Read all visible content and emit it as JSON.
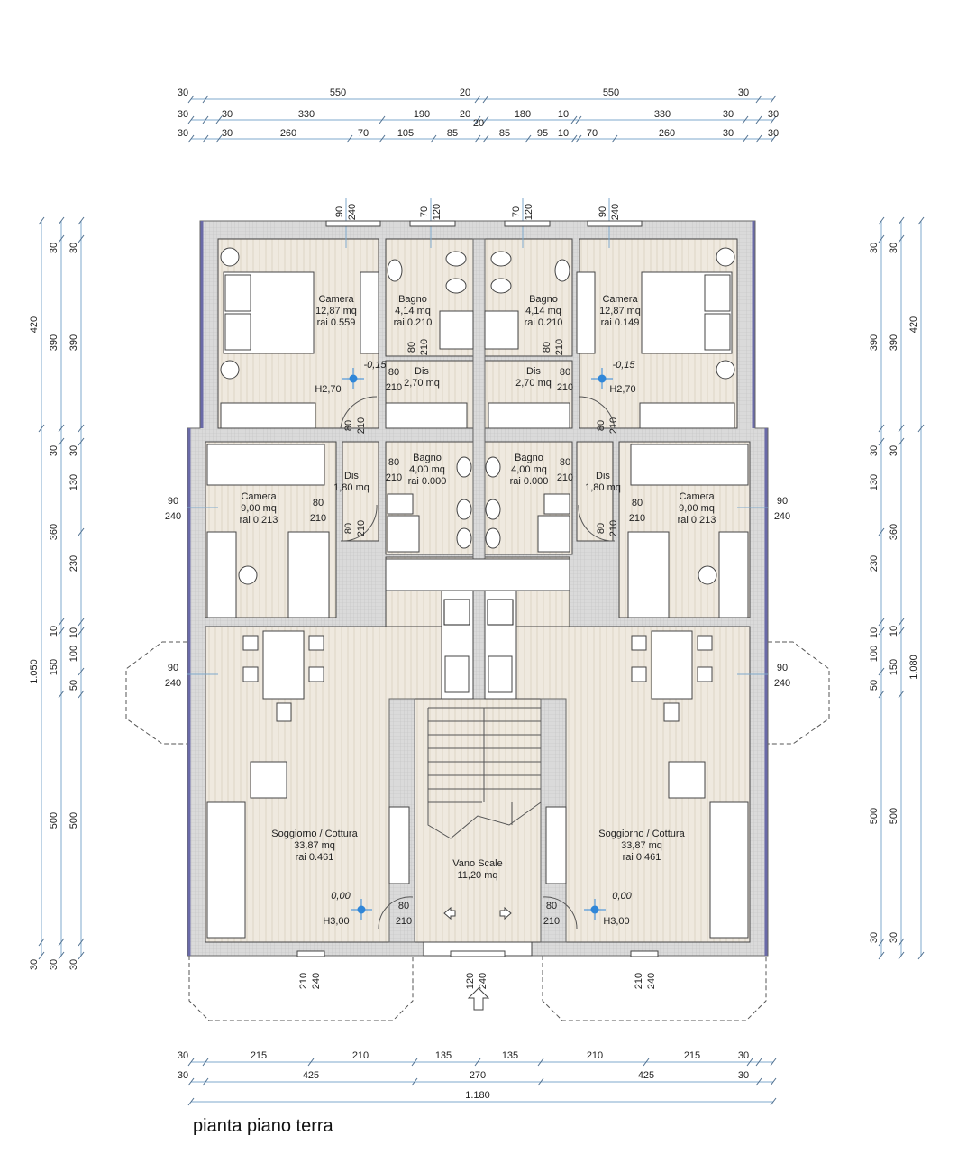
{
  "title": "pianta piano terra",
  "colors": {
    "dimension_line": "#7fa9cc",
    "wall": "#d4d4d4",
    "floor": "#eee8de",
    "level_marker": "#2f86d8"
  },
  "rooms": {
    "camera_top_left": {
      "name": "Camera",
      "area": "12,87 mq",
      "rai": "rai 0.559"
    },
    "bagno_top_left": {
      "name": "Bagno",
      "area": "4,14 mq",
      "rai": "rai 0.210"
    },
    "bagno_top_right": {
      "name": "Bagno",
      "area": "4,14 mq",
      "rai": "rai 0.210"
    },
    "camera_top_right": {
      "name": "Camera",
      "area": "12,87 mq",
      "rai": "rai 0.149"
    },
    "dis_top_left": {
      "name": "Dis",
      "area": "2,70 mq"
    },
    "dis_top_right": {
      "name": "Dis",
      "area": "2,70 mq"
    },
    "bagno_mid_left": {
      "name": "Bagno",
      "area": "4,00 mq",
      "rai": "rai 0.000"
    },
    "bagno_mid_right": {
      "name": "Bagno",
      "area": "4,00 mq",
      "rai": "rai 0.000"
    },
    "dis_mid_left": {
      "name": "Dis",
      "area": "1,80 mq"
    },
    "dis_mid_right": {
      "name": "Dis",
      "area": "1,80 mq"
    },
    "camera_mid_left": {
      "name": "Camera",
      "area": "9,00 mq",
      "rai": "rai 0.213"
    },
    "camera_mid_right": {
      "name": "Camera",
      "area": "9,00 mq",
      "rai": "rai 0.213"
    },
    "soggiorno_left": {
      "name": "Soggiorno / Cottura",
      "area": "33,87 mq",
      "rai": "rai 0.461"
    },
    "soggiorno_right": {
      "name": "Soggiorno / Cottura",
      "area": "33,87 mq",
      "rai": "rai 0.461"
    },
    "vano_scale": {
      "name": "Vano Scale",
      "area": "11,20 mq"
    }
  },
  "levels": {
    "upper_left": {
      "elev": "-0,15",
      "height": "H2,70"
    },
    "upper_right": {
      "elev": "-0,15",
      "height": "H2,70"
    },
    "lower_left": {
      "elev": "0,00",
      "height": "H3,00"
    },
    "lower_right": {
      "elev": "0,00",
      "height": "H3,00"
    }
  },
  "door": {
    "width": "80",
    "height": "210"
  },
  "windows": [
    {
      "w": "90",
      "h": "240"
    },
    {
      "w": "70",
      "h": "120"
    },
    {
      "w": "70",
      "h": "120"
    },
    {
      "w": "90",
      "h": "240"
    },
    {
      "w": "90",
      "h": "240"
    },
    {
      "w": "90",
      "h": "240"
    },
    {
      "w": "90",
      "h": "240"
    },
    {
      "w": "90",
      "h": "240"
    },
    {
      "w": "210",
      "h": "240"
    },
    {
      "w": "120",
      "h": "240"
    },
    {
      "w": "210",
      "h": "240"
    }
  ],
  "dims": {
    "top": [
      [
        "30",
        "550",
        "20",
        "550",
        "30"
      ],
      [
        "30",
        "30",
        "330",
        "190",
        "20",
        "180",
        "10",
        "330",
        "30",
        "30"
      ],
      [
        "30",
        "30",
        "260",
        "70",
        "105",
        "85",
        "20",
        "85",
        "95",
        "10",
        "70",
        "260",
        "30",
        "30"
      ]
    ],
    "left": [
      [
        "420",
        "1.050",
        "30"
      ],
      [
        "30",
        "390",
        "30",
        "360",
        "10",
        "150",
        "500",
        "30"
      ],
      [
        "30",
        "390",
        "30",
        "130",
        "230",
        "10",
        "100",
        "50",
        "500",
        "30"
      ]
    ],
    "right": [
      [
        "30",
        "390",
        "30",
        "130",
        "230",
        "10",
        "100",
        "50",
        "500",
        "30"
      ],
      [
        "30",
        "390",
        "30",
        "360",
        "10",
        "150",
        "500",
        "30"
      ],
      [
        "420",
        "1.080"
      ]
    ],
    "bottom": [
      [
        "30",
        "215",
        "210",
        "135",
        "135",
        "210",
        "215",
        "30"
      ],
      [
        "30",
        "425",
        "270",
        "425",
        "30"
      ],
      [
        "1.180"
      ]
    ]
  }
}
